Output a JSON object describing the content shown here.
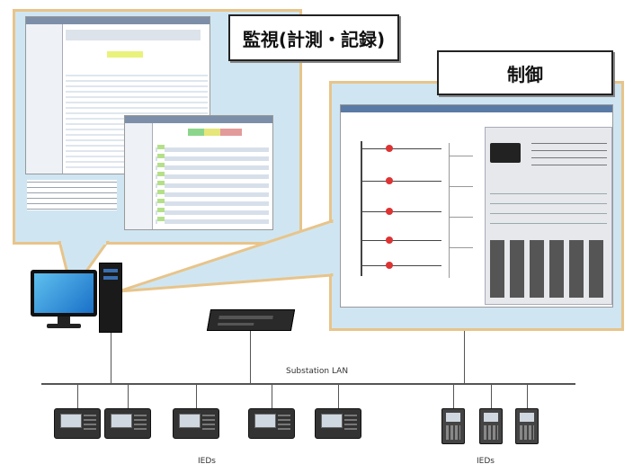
{
  "labels": {
    "monitoring": "監視(計測・記録)",
    "control": "制御",
    "network": "Substation LAN",
    "ieds_left": "IEDs",
    "ieds_right": "IEDs"
  },
  "colors": {
    "bubble_fill": "#cfe6f2",
    "bubble_border": "#e8c48a",
    "network_line": "#555555"
  }
}
